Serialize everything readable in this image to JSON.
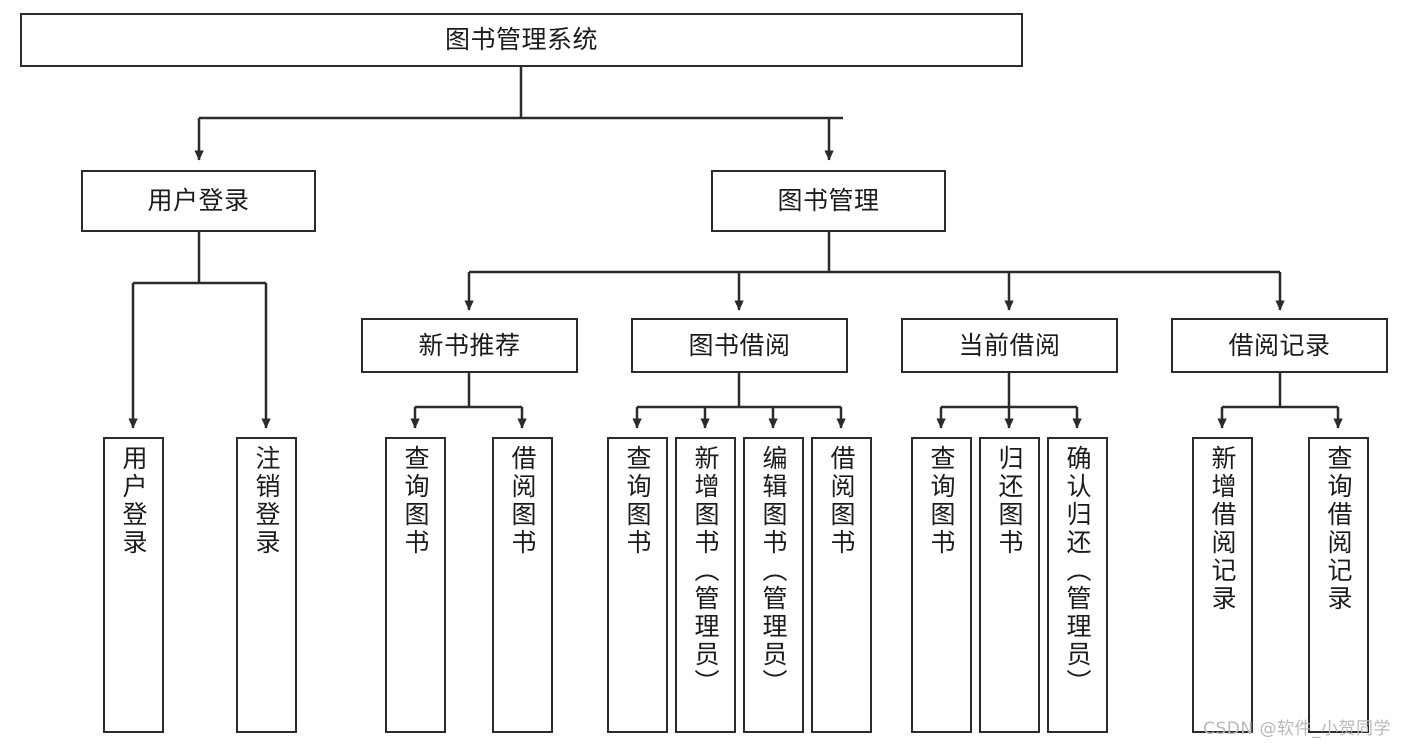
{
  "diagram": {
    "title": "图书管理系统",
    "type": "tree",
    "root": {
      "label": "图书管理系统"
    },
    "level1": [
      {
        "label": "用户登录"
      },
      {
        "label": "图书管理"
      }
    ],
    "level2": [
      {
        "label": "新书推荐"
      },
      {
        "label": "图书借阅"
      },
      {
        "label": "当前借阅"
      },
      {
        "label": "借阅记录"
      }
    ],
    "leaves": {
      "user_login": [
        {
          "label": "用户登录"
        },
        {
          "label": "注销登录"
        }
      ],
      "new_book_recommend": [
        {
          "label": "查询图书"
        },
        {
          "label": "借阅图书"
        }
      ],
      "book_borrow": [
        {
          "label": "查询图书"
        },
        {
          "label": "新增图书（管理员）"
        },
        {
          "label": "编辑图书（管理员）"
        },
        {
          "label": "借阅图书"
        }
      ],
      "current_borrow": [
        {
          "label": "查询图书"
        },
        {
          "label": "归还图书"
        },
        {
          "label": "确认归还（管理员）"
        }
      ],
      "borrow_record": [
        {
          "label": "新增借阅记录"
        },
        {
          "label": "查询借阅记录"
        }
      ]
    }
  },
  "watermark": {
    "text": "CSDN @软件_小贺同学"
  },
  "colors": {
    "stroke": "#2b2b2b",
    "text": "#1c1c1c",
    "background": "#ffffff",
    "watermark": "#b9b9b9"
  }
}
